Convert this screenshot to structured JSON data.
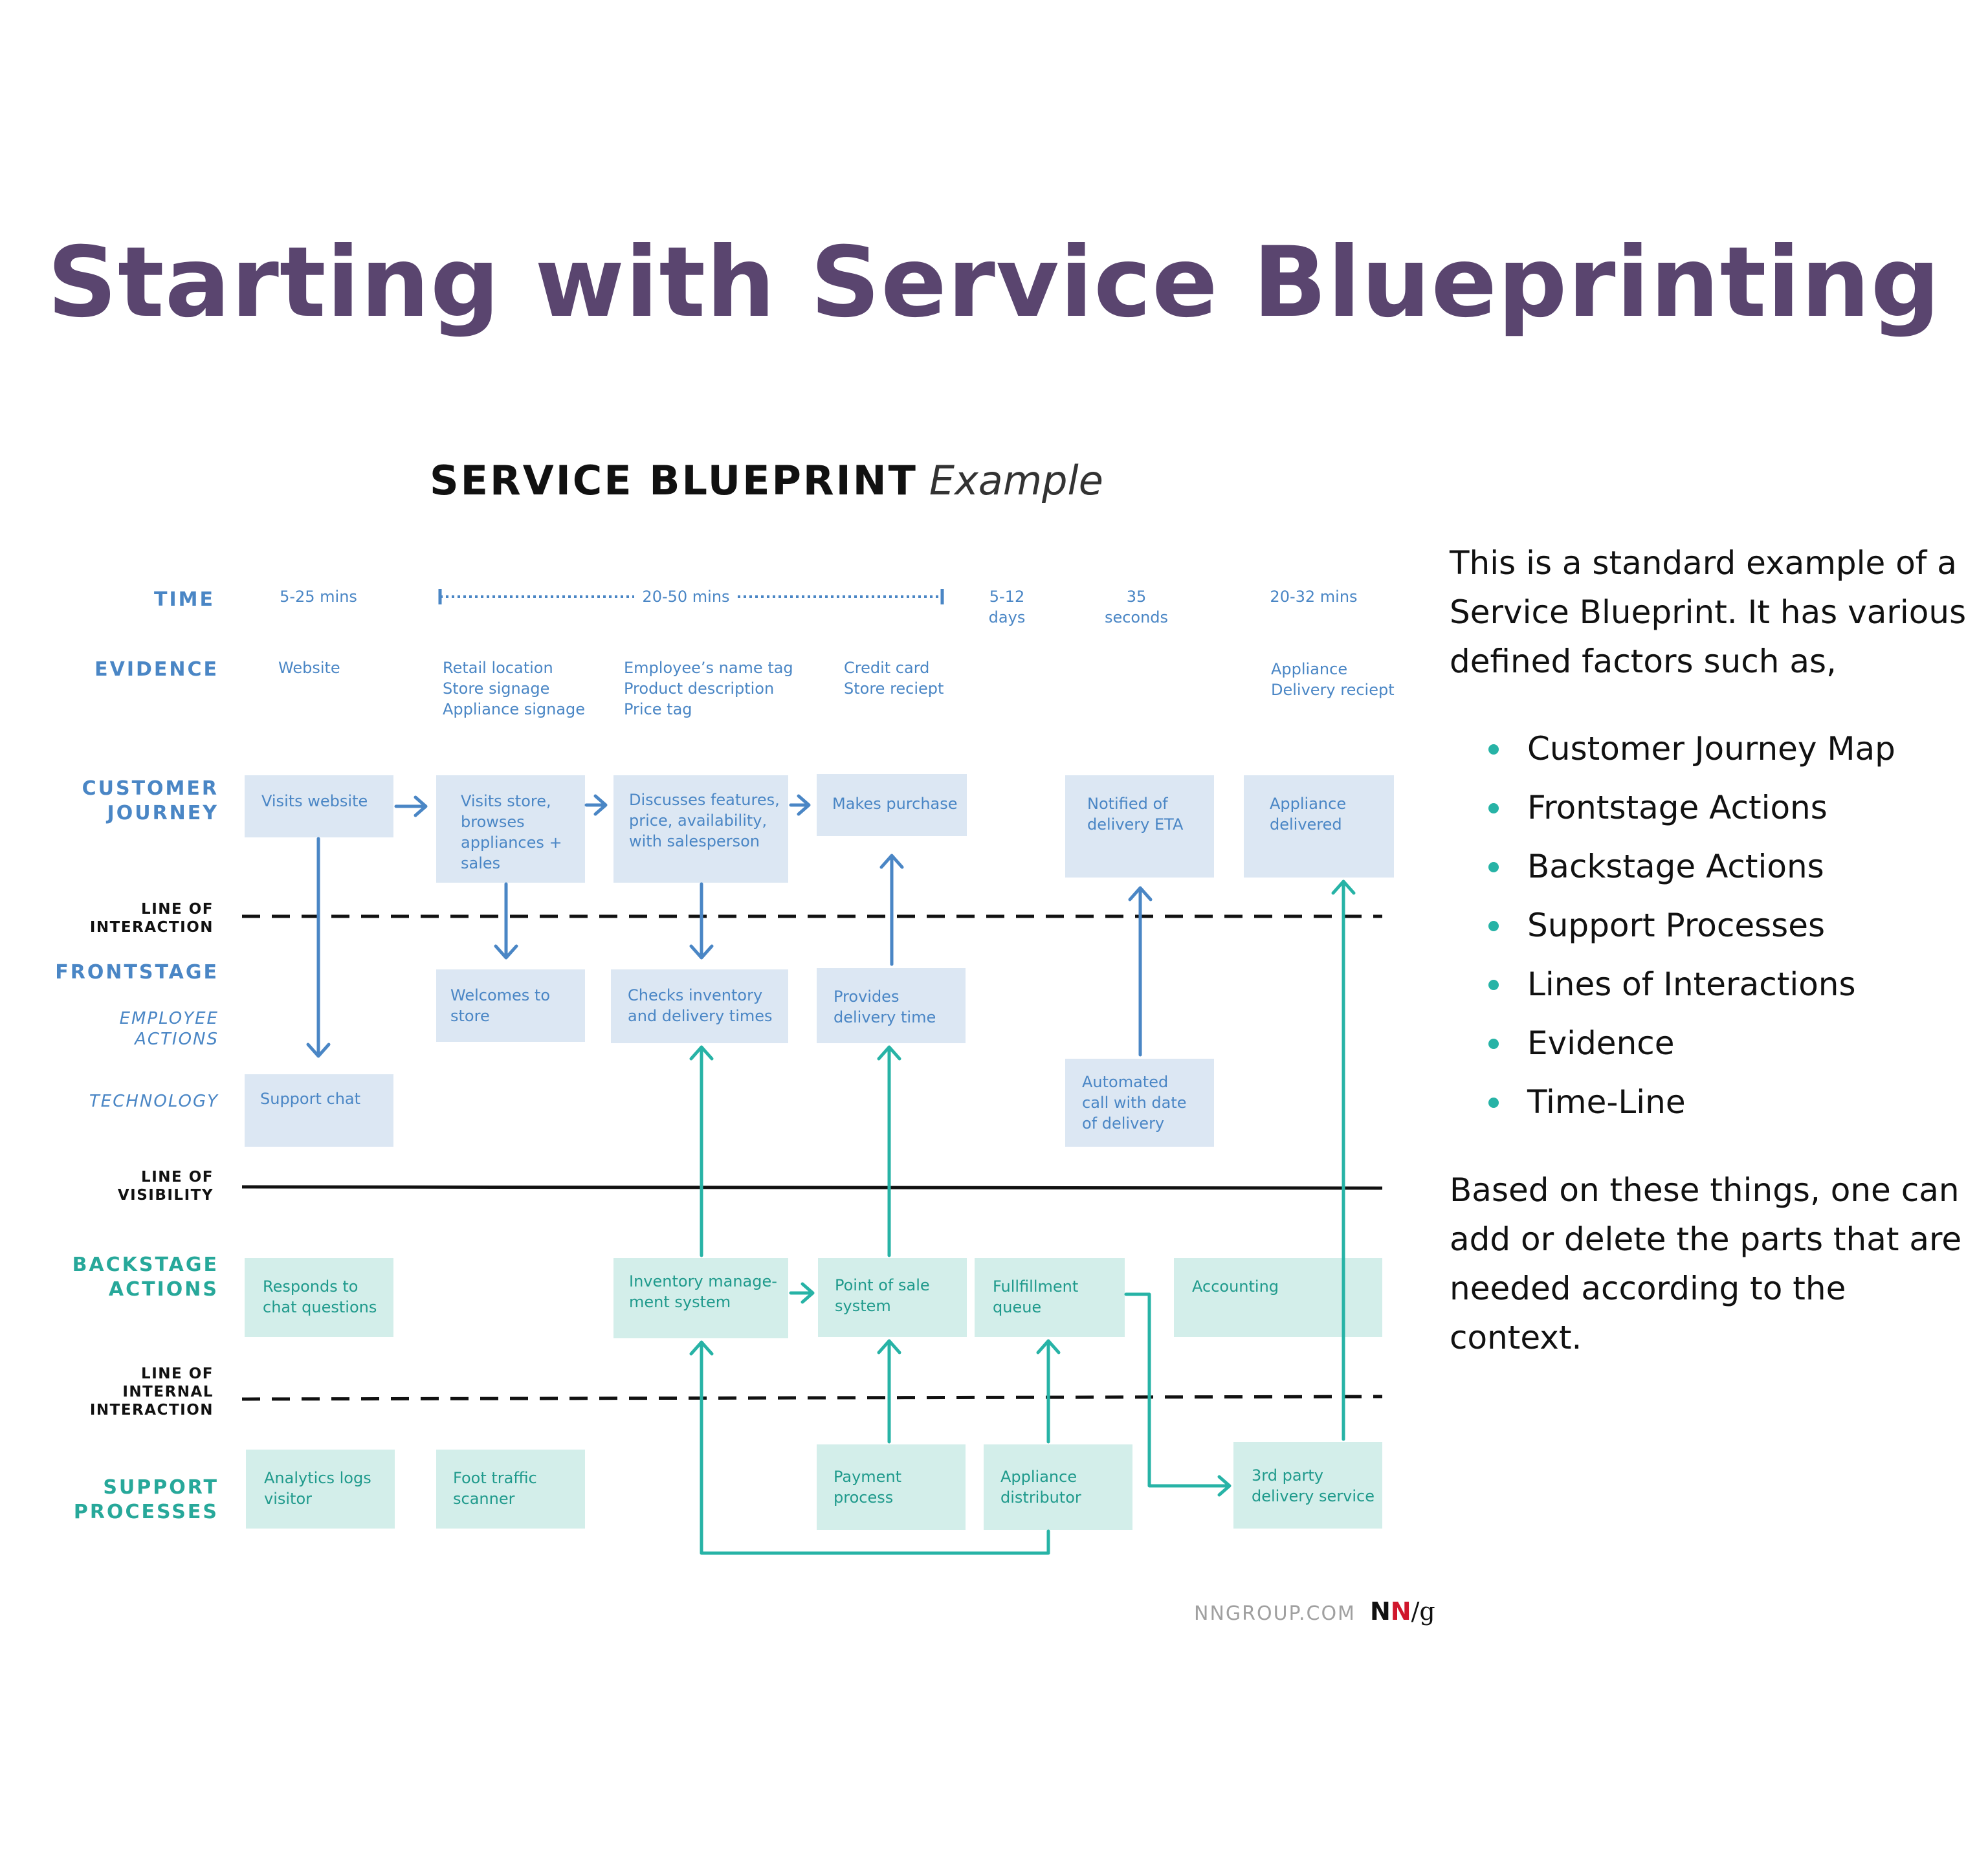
{
  "title": "Starting with Service Blueprinting",
  "blueprint": {
    "heading_bold": "SERVICE BLUEPRINT",
    "heading_italic": "Example",
    "row_labels": {
      "time": "TIME",
      "evidence": "EVIDENCE",
      "customer_journey": [
        "CUSTOMER",
        "JOURNEY"
      ],
      "line_of_interaction": [
        "LINE OF",
        "INTERACTION"
      ],
      "frontstage": "FRONTSTAGE",
      "employee_actions": [
        "EMPLOYEE",
        "ACTIONS"
      ],
      "technology": "TECHNOLOGY",
      "line_of_visibility": [
        "LINE OF",
        "VISIBILITY"
      ],
      "backstage_actions": [
        "BACKSTAGE",
        "ACTIONS"
      ],
      "line_of_internal_interaction": [
        "LINE OF",
        "INTERNAL",
        "INTERACTION"
      ],
      "support_processes": [
        "SUPPORT",
        "PROCESSES"
      ]
    },
    "time": [
      "5-25 mins",
      "20-50 mins",
      [
        "5-12",
        "days"
      ],
      [
        "35",
        "seconds"
      ],
      "20-32 mins"
    ],
    "evidence": [
      [
        "Website"
      ],
      [
        "Retail location",
        "Store signage",
        "Appliance signage"
      ],
      [
        "Employee’s name tag",
        "Product description",
        "Price tag"
      ],
      [
        "Credit card",
        "Store reciept"
      ],
      [
        "Appliance",
        "Delivery reciept"
      ]
    ],
    "customer_journey": [
      [
        "Visits website"
      ],
      [
        "Visits store,",
        "browses",
        "appliances +",
        "sales"
      ],
      [
        "Discusses features,",
        "price, availability,",
        "with salesperson"
      ],
      [
        "Makes purchase"
      ],
      [
        "Notified of",
        "delivery ETA"
      ],
      [
        "Appliance",
        "delivered"
      ]
    ],
    "frontstage": [
      [
        "Welcomes to",
        "store"
      ],
      [
        "Checks inventory",
        "and delivery times"
      ],
      [
        "Provides",
        "delivery time"
      ]
    ],
    "technology": [
      [
        "Support chat"
      ],
      [
        "Automated",
        "call with date",
        "of delivery"
      ]
    ],
    "backstage": [
      [
        "Responds to",
        "chat questions"
      ],
      [
        "Inventory manage-",
        "ment system"
      ],
      [
        "Point of sale",
        "system"
      ],
      [
        "Fullfillment",
        "queue"
      ],
      [
        "Accounting"
      ]
    ],
    "support": [
      [
        "Analytics logs",
        "visitor"
      ],
      [
        "Foot traffic",
        "scanner"
      ],
      [
        "Payment",
        "process"
      ],
      [
        "Appliance",
        "distributor"
      ],
      [
        "3rd party",
        "delivery service"
      ]
    ]
  },
  "side_text": {
    "intro": "This is a standard example of a Service Blueprint. It has various defined factors such as,",
    "items": [
      "Customer Journey Map",
      "Frontstage Actions",
      "Backstage Actions",
      "Support Processes",
      "Lines of Interactions",
      "Evidence",
      "Time-Line"
    ],
    "outro": "Based on these things, one can add or delete the parts that are needed according to the context."
  },
  "footer": {
    "site": "NNGROUP.COM",
    "logo_n1": "N",
    "logo_n2": "N",
    "logo_g": "/g"
  },
  "colors": {
    "title": "#5a456f",
    "frontstage_blue": "#4a86c5",
    "frontstage_box": "#dce7f3",
    "backstage_teal": "#27a89a",
    "backstage_box": "#d3eeea",
    "bullet": "#27b3a6"
  }
}
